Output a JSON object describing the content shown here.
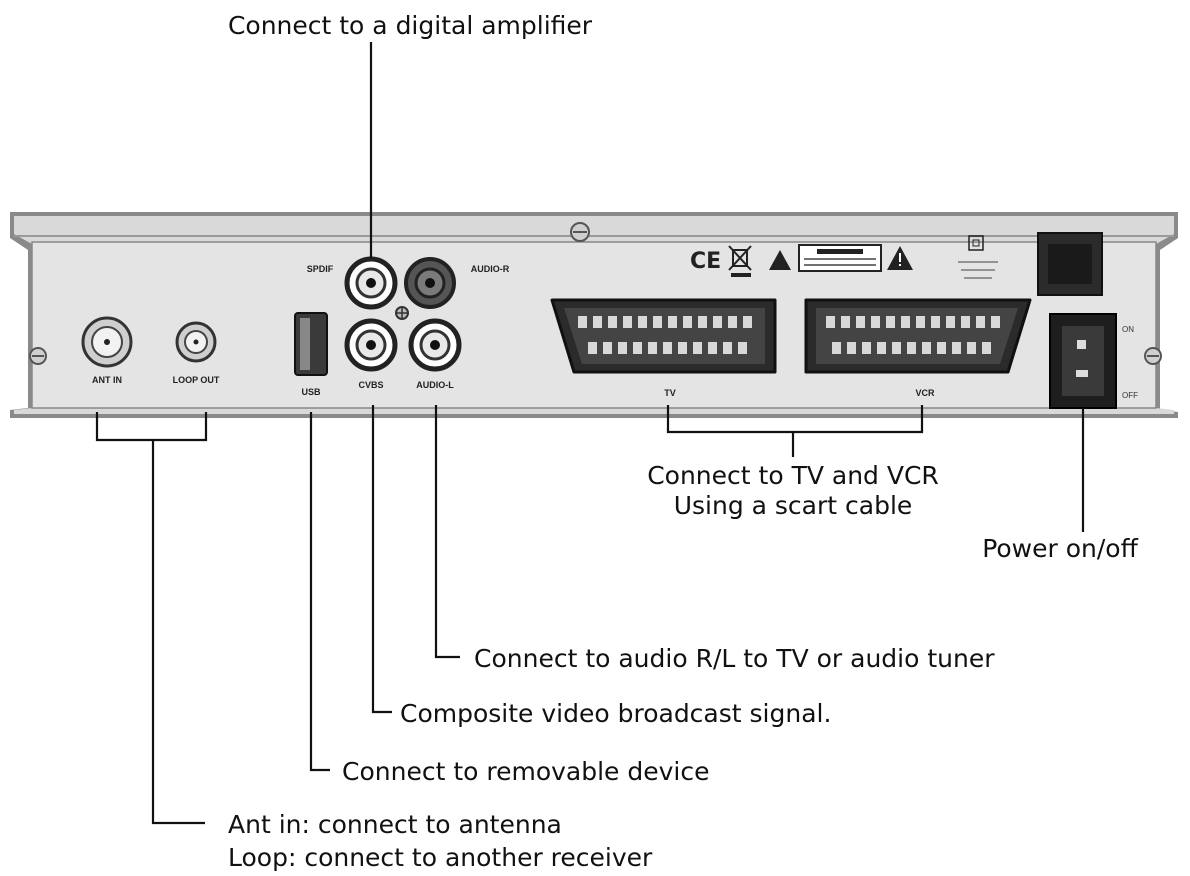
{
  "callouts": {
    "digital_amplifier": "Connect to a digital amplifier",
    "tv_vcr_line1": "Connect to TV and VCR",
    "tv_vcr_line2": "Using a scart cable",
    "power": "Power on/off",
    "audio_rl": "Connect to audio R/L to  TV or audio tuner",
    "composite": "Composite video broadcast signal.",
    "usb_device": "Connect to removable device",
    "antenna_line1": "Ant in: connect to antenna",
    "antenna_line2": "Loop: connect to another receiver"
  },
  "panel_labels": {
    "ant_in": "ANT IN",
    "loop_out": "LOOP OUT",
    "usb": "USB",
    "spdif": "SPDIF",
    "audio_r": "AUDIO-R",
    "cvbs": "CVBS",
    "audio_l": "AUDIO-L",
    "tv": "TV",
    "vcr": "VCR",
    "ce_mark": "CE",
    "switch_on": "ON",
    "switch_off": "OFF"
  }
}
